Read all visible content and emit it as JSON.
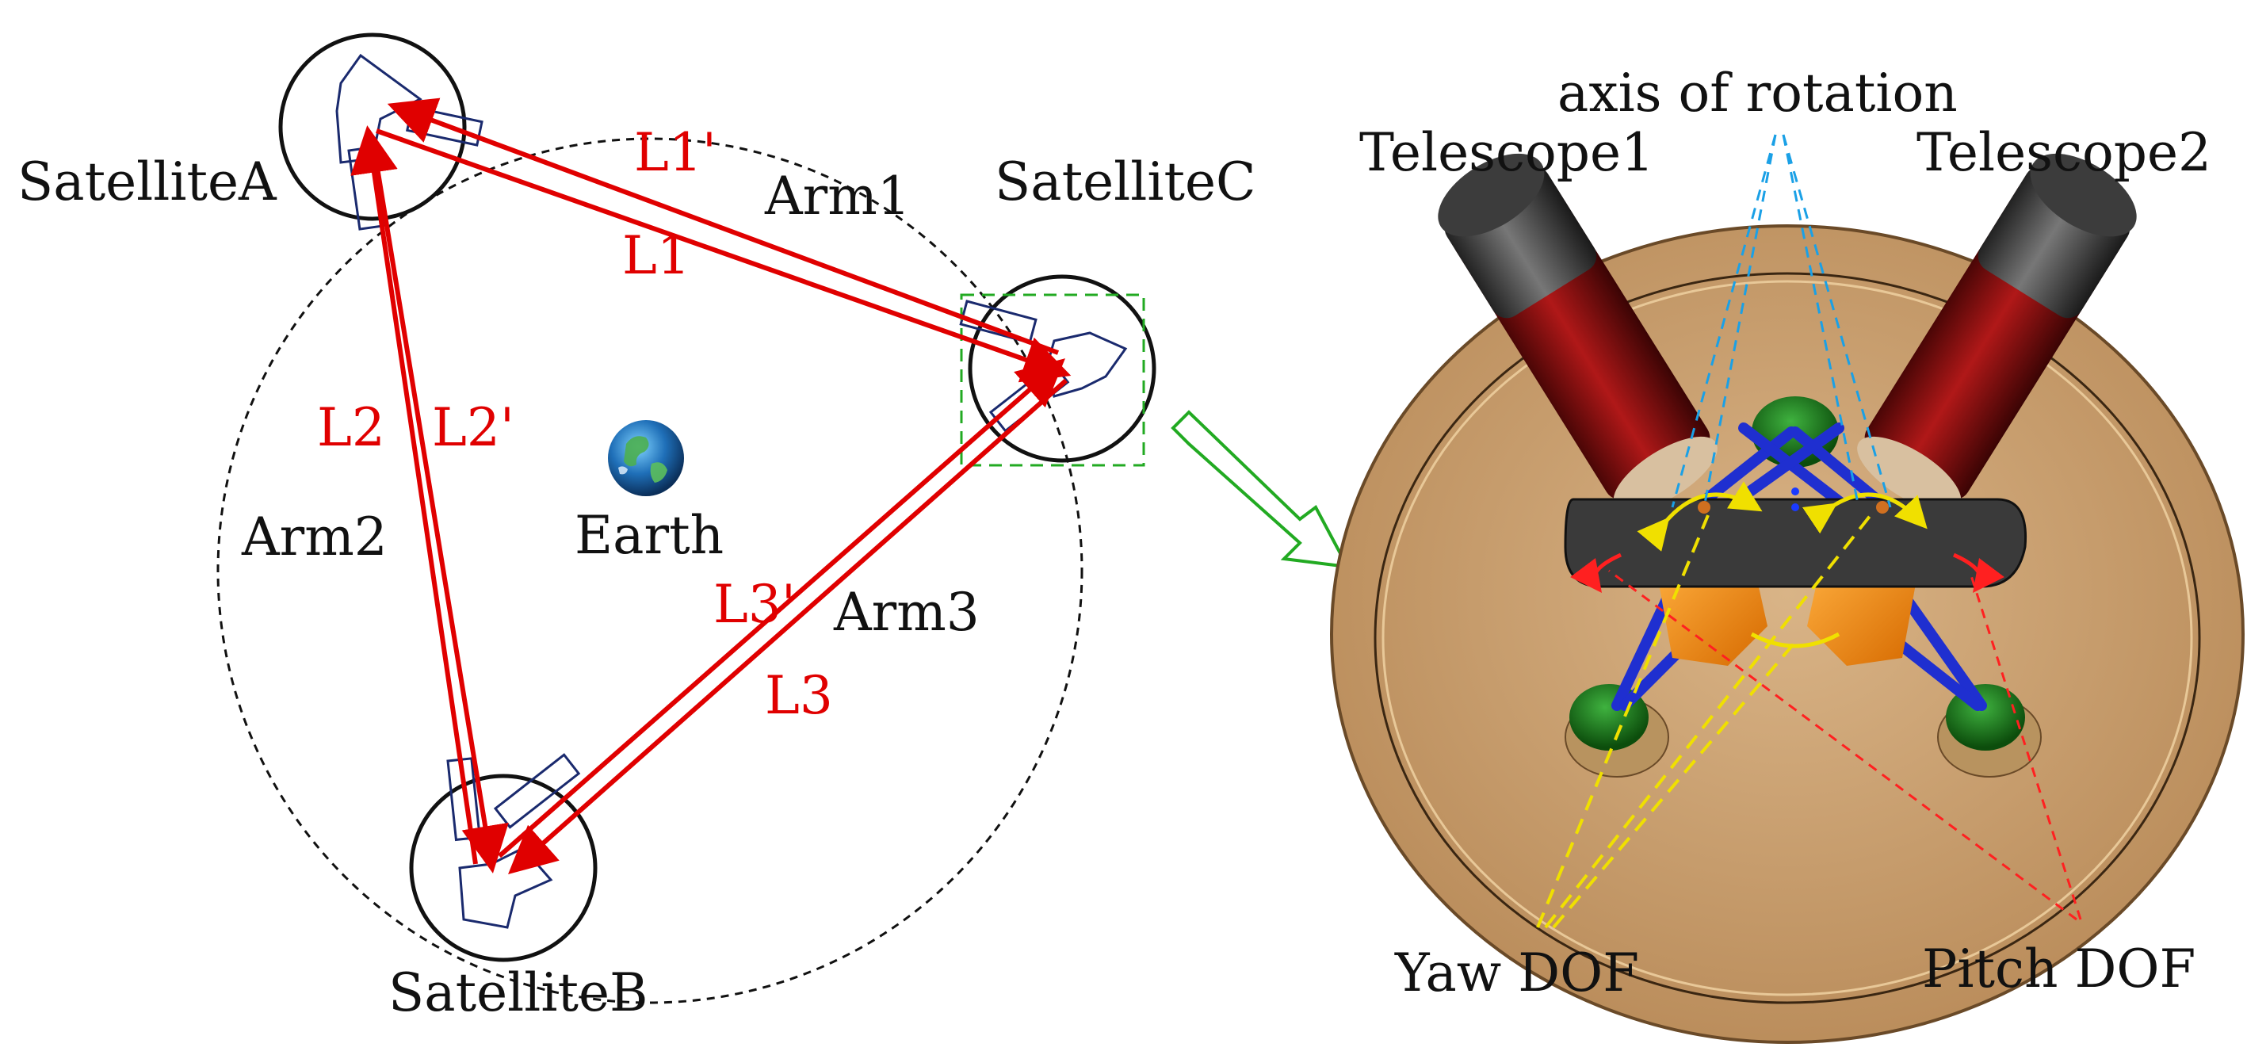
{
  "left_diagram": {
    "satellites": {
      "a": "SatelliteA",
      "b": "SatelliteB",
      "c": "SatelliteC"
    },
    "arms": {
      "arm1": "Arm1",
      "arm2": "Arm2",
      "arm3": "Arm3"
    },
    "links": {
      "l1": "L1",
      "l1p": "L1'",
      "l2": "L2",
      "l2p": "L2'",
      "l3": "L3",
      "l3p": "L3'"
    },
    "center": "Earth"
  },
  "right_diagram": {
    "telescope1": "Telescope1",
    "telescope2": "Telescope2",
    "axis": "axis of rotation",
    "yaw": "Yaw DOF",
    "pitch": "Pitch DOF"
  },
  "colors": {
    "beam": "#e00000",
    "callout": "#22aa22",
    "axis_line": "#1aa0e6",
    "yaw_line": "#f0e000",
    "pitch_line": "#ff2020",
    "platform": "#c9a070",
    "telescope_body": "#8a1010",
    "telescope_cap": "#4a4a4a"
  }
}
